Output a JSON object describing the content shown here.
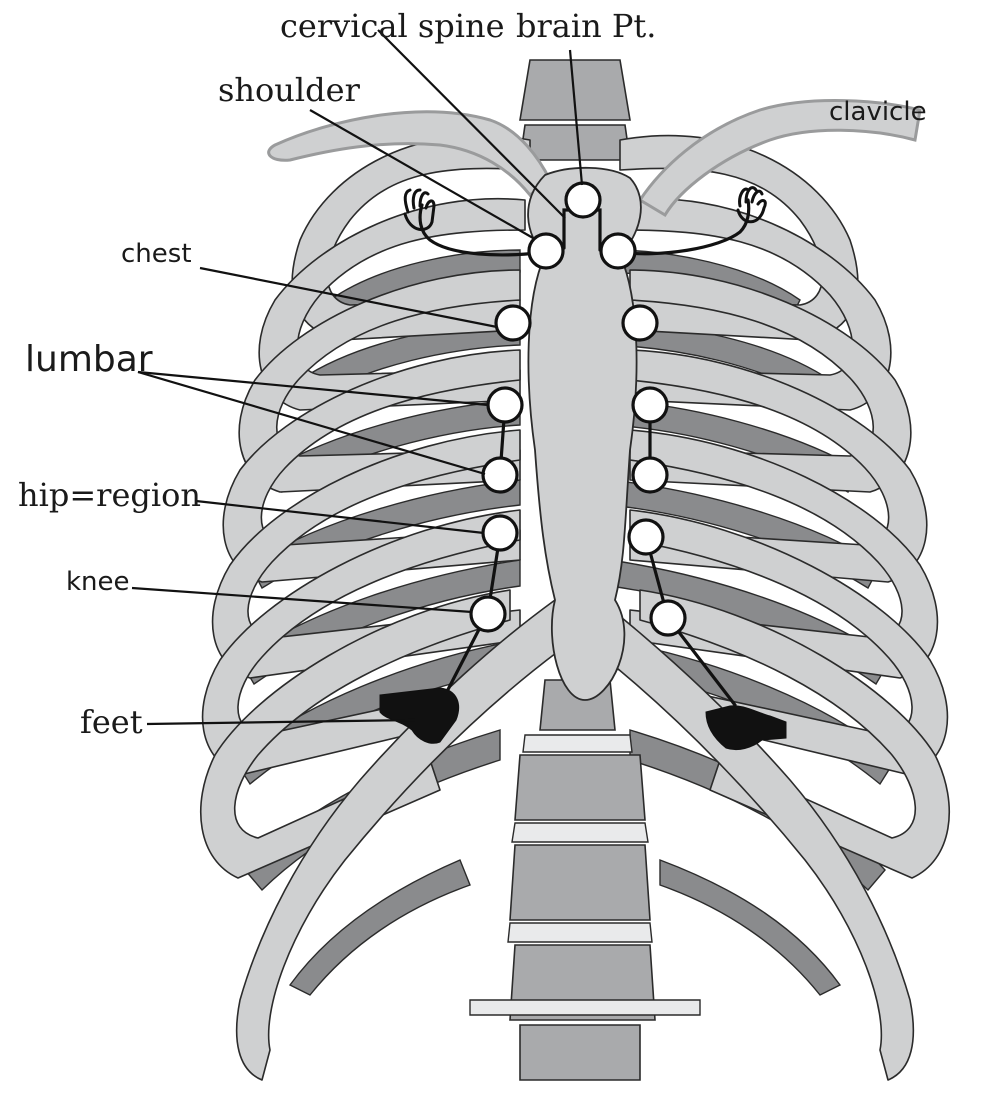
{
  "labels": {
    "cervical_spine": "cervical spine",
    "brain_pt": "brain Pt.",
    "shoulder": "shoulder",
    "clavicle": "clavicle",
    "chest": "chest",
    "lumbar": "lumbar",
    "hip_region": "hip=region",
    "knee": "knee",
    "feet": "feet"
  },
  "colors": {
    "bone": "#cfd0d1",
    "rib_shadow": "#8a8b8d",
    "spine": "#a9aaac",
    "outline": "#2b2b2b",
    "marker": "#111111"
  }
}
